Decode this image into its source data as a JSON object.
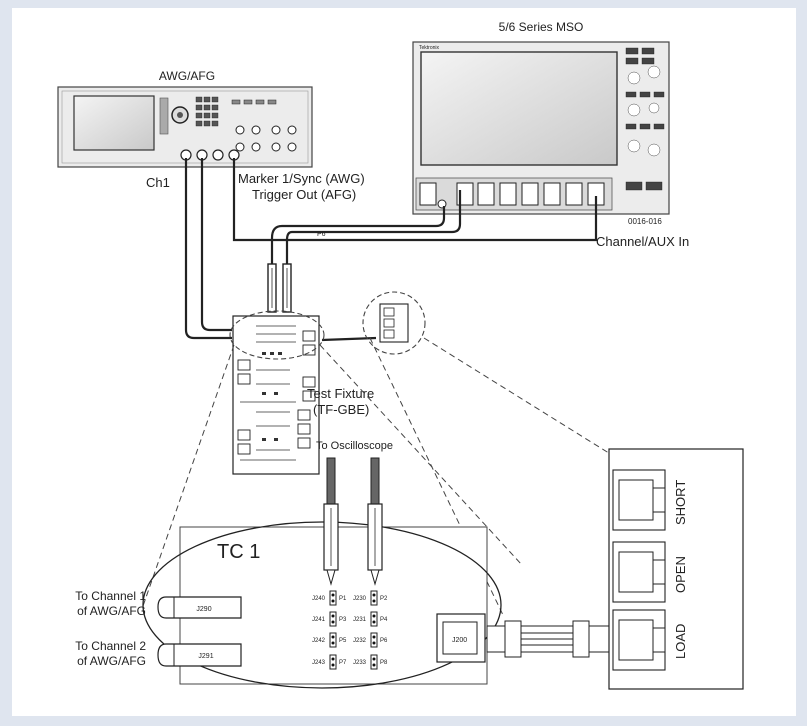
{
  "instruments": {
    "awg": {
      "title": "AWG/AFG"
    },
    "mso": {
      "title": "5/6 Series MSO",
      "brand": "Tektronix",
      "part": "0016-016"
    }
  },
  "labels": {
    "ch1": "Ch1",
    "marker_line1": "Marker 1/Sync (AWG)",
    "marker_line2": "Trigger Out (AFG)",
    "channel_aux": "Channel/AUX In",
    "probe_tag": "P6",
    "fixture_line1": "Test Fixture",
    "fixture_line2": "(TF-GBE)",
    "to_scope": "To Oscilloscope",
    "tc1": "TC 1",
    "to_ch1_line1": "To Channel 1",
    "to_ch1_line2": "of AWG/AFG",
    "to_ch2_line1": "To Channel 2",
    "to_ch2_line2": "of AWG/AFG"
  },
  "connectors": {
    "j290": "J290",
    "j291": "J291",
    "j200": "J200",
    "pins": [
      {
        "j": "J240",
        "p": "P1",
        "j2": "J230",
        "p2": "P2"
      },
      {
        "j": "J241",
        "p": "P3",
        "j2": "J231",
        "p2": "P4"
      },
      {
        "j": "J242",
        "p": "P5",
        "j2": "J232",
        "p2": "P6"
      },
      {
        "j": "J243",
        "p": "P7",
        "j2": "J233",
        "p2": "P8"
      }
    ]
  },
  "terminations": {
    "short": "SHORT",
    "open": "OPEN",
    "load": "LOAD"
  },
  "colors": {
    "background": "#dfe5ef",
    "panel": "#ffffff",
    "line": "#222222",
    "screen": "#dcdcdc"
  }
}
